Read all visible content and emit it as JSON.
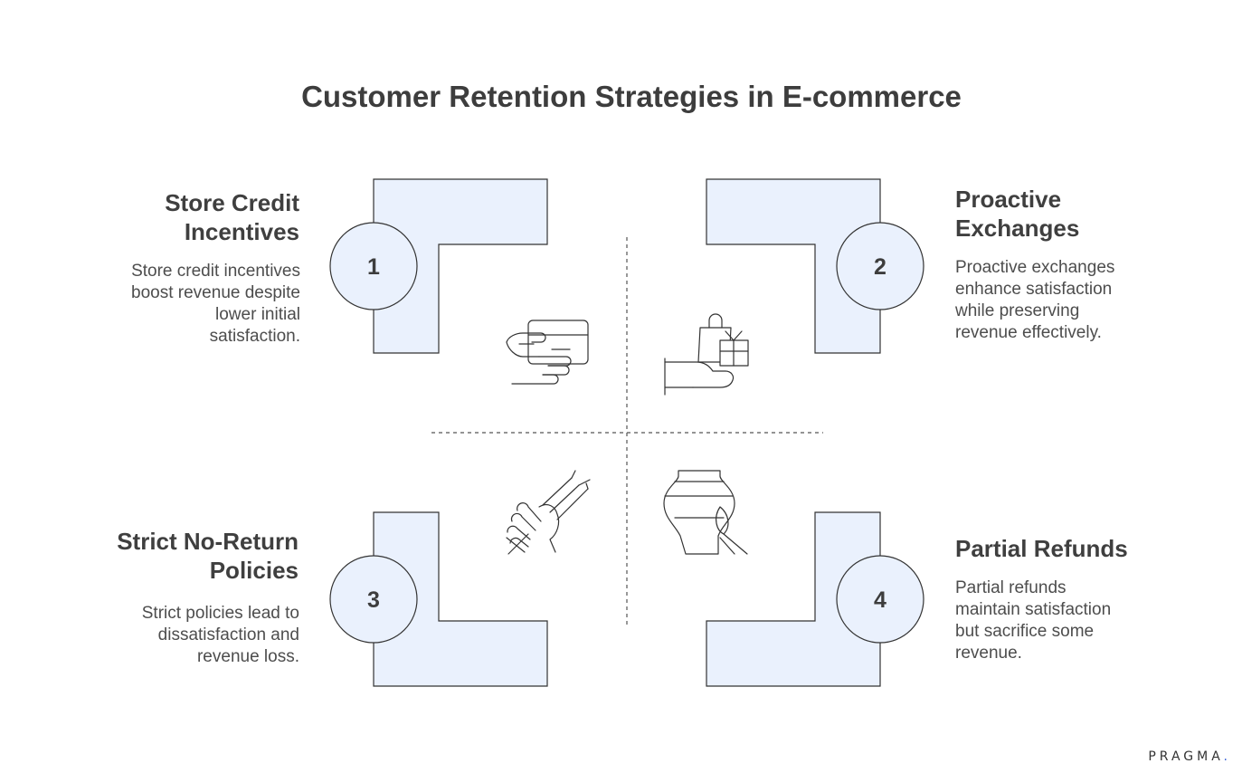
{
  "title": "Customer Retention Strategies in E-commerce",
  "colors": {
    "fill": "#eaf1fd",
    "stroke": "#333333",
    "text": "#444444",
    "brand_dot": "#3b64d8"
  },
  "items": [
    {
      "number": "1",
      "title_lines": [
        "Store Credit",
        "Incentives"
      ],
      "description_lines": [
        "Store credit incentives",
        "boost revenue despite",
        "lower initial",
        "satisfaction."
      ],
      "icon": "credit-card-hand-icon"
    },
    {
      "number": "2",
      "title_lines": [
        "Proactive",
        "Exchanges"
      ],
      "description_lines": [
        "Proactive exchanges",
        "enhance satisfaction",
        "while preserving",
        "revenue effectively."
      ],
      "icon": "gift-bag-hand-icon"
    },
    {
      "number": "3",
      "title_lines": [
        "Strict No-Return",
        "Policies"
      ],
      "description_lines": [
        "Strict policies lead to",
        "dissatisfaction and",
        "revenue loss."
      ],
      "icon": "hand-fork-icon"
    },
    {
      "number": "4",
      "title_lines": [
        "Partial Refunds"
      ],
      "description_lines": [
        "Partial refunds",
        "maintain satisfaction",
        "but sacrifice some",
        "revenue."
      ],
      "icon": "vase-brush-icon"
    }
  ],
  "brand": {
    "name": "PRAGMA",
    "dot": "."
  }
}
